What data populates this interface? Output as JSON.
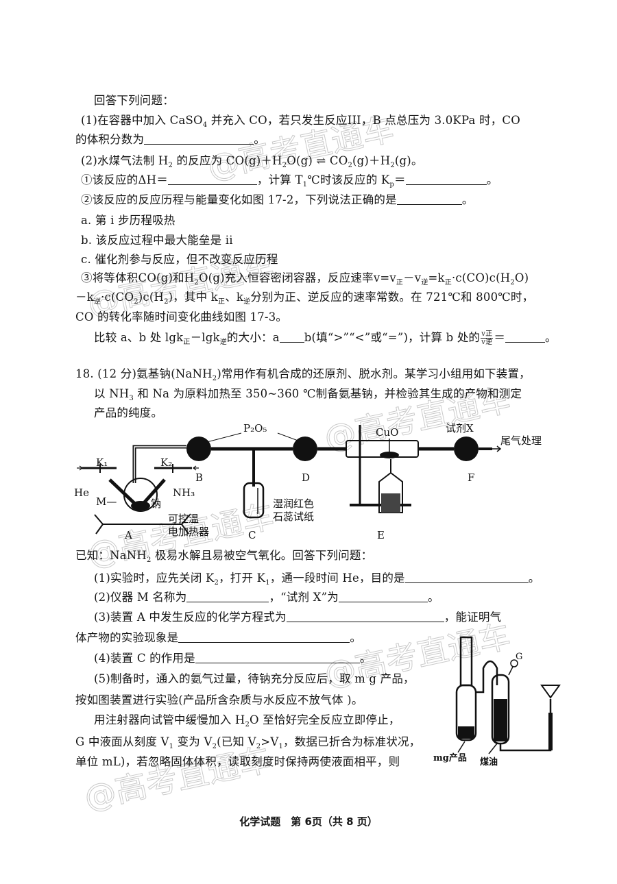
{
  "watermark": "@高考直通车",
  "lines": [
    {
      "segs": [
        "回答下列问题："
      ]
    },
    {
      "segs": [
        "(1)在容器中加入 CaSO",
        {
          "s": "4"
        },
        " 并充入 CO，若只发生反应III，B 点总压为 3.0KPa 时，CO"
      ]
    },
    {
      "segs": [
        "的体积分数为",
        {
          "b": 1
        },
        "。"
      ]
    },
    {
      "segs": [
        "(2)水煤气法制 H",
        {
          "s": "2"
        },
        " 的反应为 CO(g)＋H",
        {
          "s": "2"
        },
        "O(g) ⇌ CO",
        {
          "s": "2"
        },
        "(g)＋H",
        {
          "s": "2"
        },
        "(g)。"
      ]
    },
    {
      "segs": [
        "①该反应的ΔH＝",
        {
          "b": 1
        },
        "，计算 T",
        {
          "s": "1"
        },
        "℃时该反应的 K",
        {
          "s": "p"
        },
        "＝",
        {
          "b": 1
        },
        "。"
      ]
    },
    {
      "segs": [
        "②该反应的反应历程与能量变化如图 17-2，下列说法正确的是",
        {
          "b": 1
        },
        "。"
      ]
    },
    {
      "segs": [
        "a. 第 i 步历程吸热"
      ]
    },
    {
      "segs": [
        "b. 该反应过程中最大能垒是 ii"
      ]
    },
    {
      "segs": [
        "c. 催化剂参与反应，但不改变反应历程"
      ]
    },
    {
      "segs": [
        "③将等体积CO(g)和H",
        {
          "s": "2"
        },
        "O(g)充入恒容密闭容器，反应速率v=v",
        {
          "s": "正"
        },
        "－v",
        {
          "s": "逆"
        },
        "=k",
        {
          "s": "正"
        },
        "·c(CO)c(H",
        {
          "s": "2"
        },
        "O)"
      ]
    },
    {
      "segs": [
        "－k",
        {
          "s": "逆"
        },
        "·c(CO",
        {
          "s": "2"
        },
        ")c(H",
        {
          "s": "2"
        },
        ")，其中 k",
        {
          "s": "正"
        },
        "、k",
        {
          "s": "逆"
        },
        "分别为正、逆反应的速率常数。在 721℃和 800℃时，"
      ]
    },
    {
      "segs": [
        "CO 的转化率随时间变化曲线如图 17-3。"
      ]
    },
    {
      "segs": [
        "比较 a、b 处 lgk",
        {
          "s": "正"
        },
        "－lgk",
        {
          "s": "逆"
        },
        "的大小：a",
        {
          "b": 1
        },
        "b(填“>”“<”或“=”)，计算 b 处的",
        {
          "frac": [
            "v正",
            "v逆"
          ]
        },
        "＝",
        {
          "b": 1
        },
        "。"
      ]
    },
    {
      "segs": [
        "18. (12 分)氨基钠(NaNH",
        {
          "s": "2"
        },
        ")常用作有机合成的还原剂、脱水剂。某学习小组用如下装置，"
      ]
    },
    {
      "segs": [
        "以 NH",
        {
          "s": "3"
        },
        " 和 Na 为原料加热至 350~360 ℃制备氨基钠，并检验其生成的产物和测定"
      ]
    },
    {
      "segs": [
        "产品的纯度。"
      ]
    },
    {
      "segs": [
        "已知：NaNH",
        {
          "s": "2"
        },
        " 极易水解且易被空气氧化。回答下列问题："
      ]
    },
    {
      "segs": [
        "(1)实验时，应先关闭 K",
        {
          "s": "2"
        },
        "，打开 K",
        {
          "s": "1"
        },
        "，通一段时间 He，目的是",
        {
          "b": 1
        },
        "。"
      ]
    },
    {
      "segs": [
        "(2)仪器 M 名称为",
        {
          "b": 1
        },
        "，“试剂 X”为",
        {
          "b": 1
        },
        "。"
      ]
    },
    {
      "segs": [
        "(3)装置 A 中发生反应的化学方程式为",
        {
          "b": 1
        },
        "，能证明气"
      ]
    },
    {
      "segs": [
        "体产物的实验现象是",
        {
          "b": 1
        },
        "。"
      ]
    },
    {
      "segs": [
        "(4)装置 C 的作用是",
        {
          "b": 1
        },
        "。"
      ]
    },
    {
      "segs": [
        "(5)制备时，通入的氨气过量，待钠充分反应后，取 m g 产品，"
      ]
    },
    {
      "segs": [
        "按如图装置进行实验(产品所含杂质与水反应不放气体 )。"
      ]
    },
    {
      "segs": [
        "用注射器向试管中缓慢加入 H",
        {
          "s": "2"
        },
        "O 至恰好完全反应立即停止，"
      ]
    },
    {
      "segs": [
        "G 中液面从刻度 V",
        {
          "s": "1"
        },
        " 变为 V",
        {
          "s": "2"
        },
        "(已知 V",
        {
          "s": "2"
        },
        ">V",
        {
          "s": "1"
        },
        "，数据已折合为标准状况，"
      ]
    },
    {
      "segs": [
        "单位 mL)，若忽略固体体积，读取刻度时保持两使液面相平，则"
      ]
    }
  ],
  "apparatus": {
    "p2o5": "P₂O₅",
    "cuo": "CuO",
    "reagent_x": "试剂X",
    "exhaust": "尾气处理",
    "k1": "K₁",
    "k2": "K₂",
    "he": "He",
    "nh3": "NH₃",
    "m": "M—",
    "na": "钠",
    "heater1": "可控温",
    "heater2": "电加热器",
    "paper1": "湿润红色",
    "paper2": "石蕊试纸",
    "a": "A",
    "b": "B",
    "c": "C",
    "d": "D",
    "e": "E",
    "f": "F"
  },
  "gas_apparatus": {
    "g": "G",
    "product": "mg产品",
    "kerosene": "煤油"
  },
  "footer": "化学试题　第 6页（共 8 页）"
}
